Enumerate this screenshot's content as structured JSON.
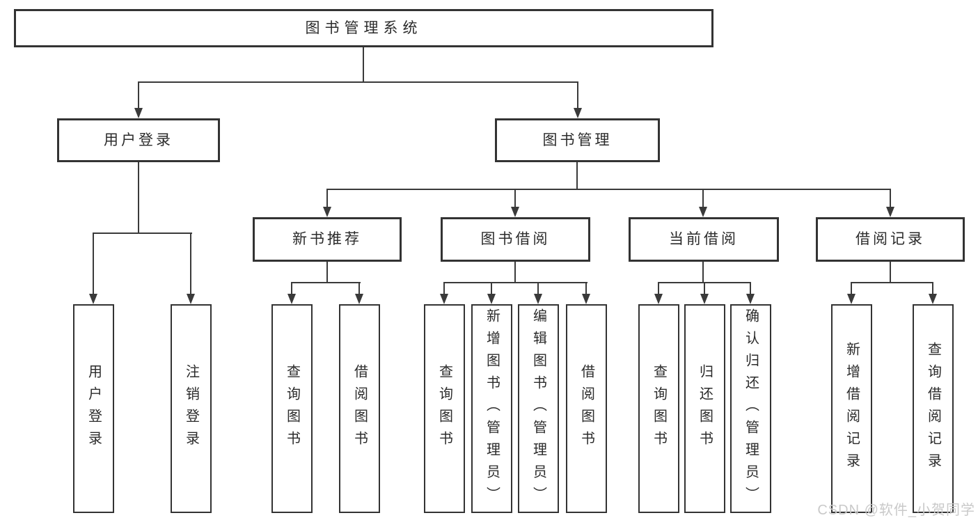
{
  "tree": {
    "root": {
      "label": "图书管理系统",
      "children": [
        {
          "label": "用户登录",
          "children": [
            {
              "label": "用户登录"
            },
            {
              "label": "注销登录"
            }
          ]
        },
        {
          "label": "图书管理",
          "children": [
            {
              "label": "新书推荐",
              "children": [
                {
                  "label": "查询图书"
                },
                {
                  "label": "借阅图书"
                }
              ]
            },
            {
              "label": "图书借阅",
              "children": [
                {
                  "label": "查询图书"
                },
                {
                  "label": "新增图书（管理员）"
                },
                {
                  "label": "编辑图书（管理员）"
                },
                {
                  "label": "借阅图书"
                }
              ]
            },
            {
              "label": "当前借阅",
              "children": [
                {
                  "label": "查询图书"
                },
                {
                  "label": "归还图书"
                },
                {
                  "label": "确认归还（管理员）"
                }
              ]
            },
            {
              "label": "借阅记录",
              "children": [
                {
                  "label": "新增借阅记录"
                },
                {
                  "label": "查询借阅记录"
                }
              ]
            }
          ]
        }
      ]
    }
  },
  "watermark": {
    "text": "CSDN @软件_小贺同学"
  },
  "colors": {
    "line": "#3a3a3a",
    "box_border": "#333333",
    "text": "#2b2b2b",
    "watermark": "#c9c9c9",
    "background": "#ffffff"
  }
}
